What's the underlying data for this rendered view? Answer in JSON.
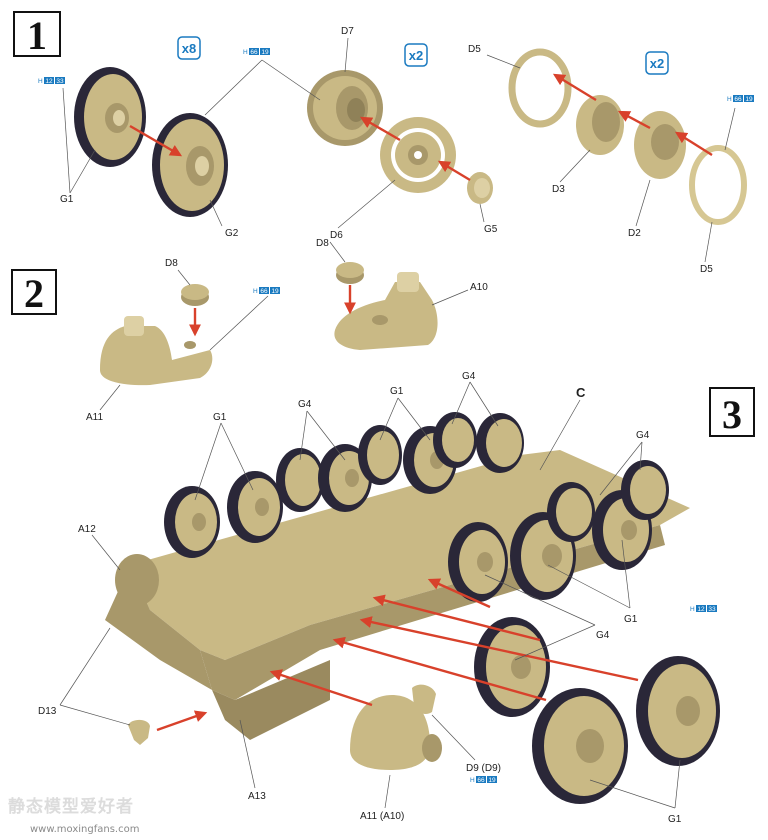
{
  "steps": {
    "s1": "1",
    "s2": "2",
    "s3": "3"
  },
  "multipliers": {
    "wheels": "x8",
    "sprocket": "x2",
    "idler": "x2"
  },
  "paint_codes": [
    {
      "prefix": "H",
      "code": "12",
      "code2": "33"
    },
    {
      "prefix": "H",
      "code": "66",
      "code2": "19"
    },
    {
      "prefix": "H",
      "code": "66",
      "code2": "19"
    },
    {
      "prefix": "H",
      "code": "66",
      "code2": "19"
    },
    {
      "prefix": "H",
      "code": "12",
      "code2": "33"
    },
    {
      "prefix": "H",
      "code": "66",
      "code2": "19"
    }
  ],
  "labels": {
    "step1": {
      "g1": "G1",
      "g2": "G2",
      "d7": "D7",
      "d6": "D6",
      "g5": "G5",
      "d5a": "D5",
      "d3": "D3",
      "d2": "D2",
      "d5b": "D5"
    },
    "step2": {
      "d8a": "D8",
      "a11": "A11",
      "d8b": "D8",
      "a10": "A10"
    },
    "step3": {
      "c": "C",
      "g1a": "G1",
      "g4a": "G4",
      "g1b": "G1",
      "g4b": "G4",
      "g4c": "G4",
      "a12": "A12",
      "g1c": "G1",
      "g4d": "G4",
      "d13": "D13",
      "a13": "A13",
      "a11": "A11 (A10)",
      "d9": "D9 (D9)",
      "g1d": "G1"
    }
  },
  "watermark": {
    "cn": "静态模型爱好者",
    "url": "www.moxingfans.com"
  },
  "colors": {
    "sand": "#c9b985",
    "tire": "#2a2738",
    "arrow": "#d8412b",
    "paint_blue": "#1a7ac0"
  }
}
